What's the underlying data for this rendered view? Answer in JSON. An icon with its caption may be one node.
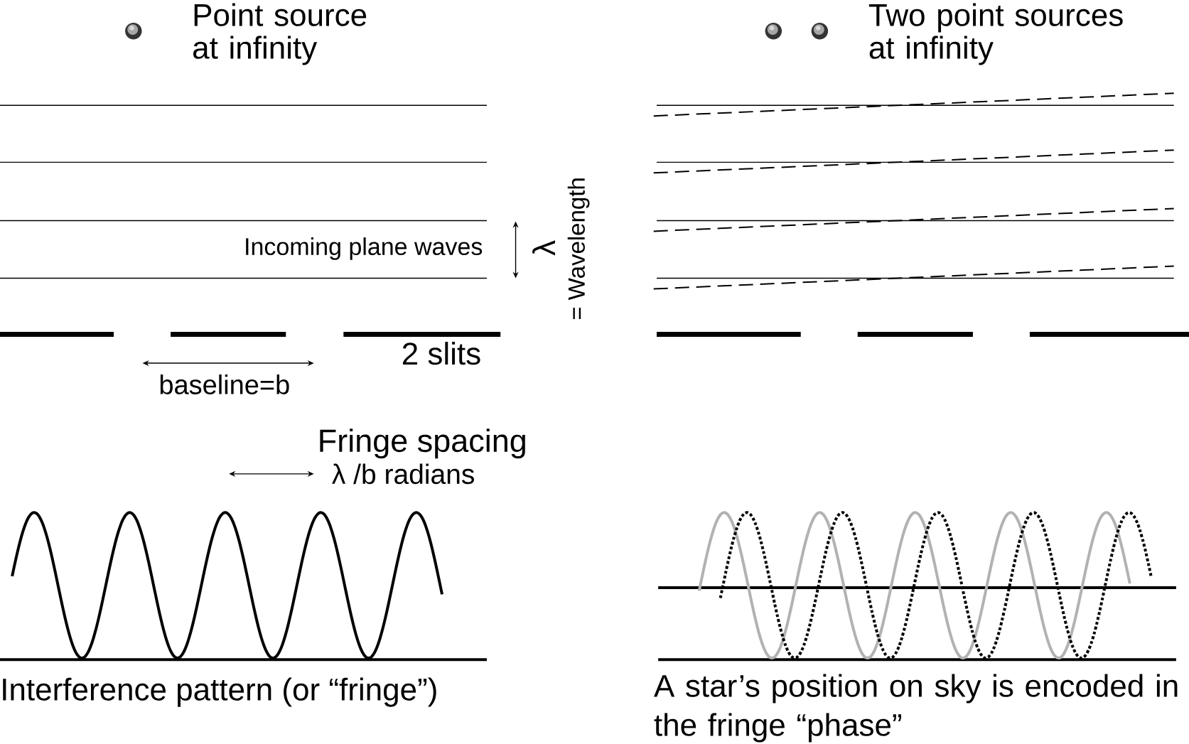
{
  "diagram": {
    "labels": [
      "Point source at infinity",
      "Two point sources at infinity",
      "Incoming plane waves",
      "λ",
      "= Wavelength",
      "2 slits",
      "baseline=b",
      "Fringe spacing",
      "λ /b radians",
      "Interference pattern (or “fringe”)",
      "A star’s position on sky is encoded in the fringe “phase”"
    ]
  }
}
